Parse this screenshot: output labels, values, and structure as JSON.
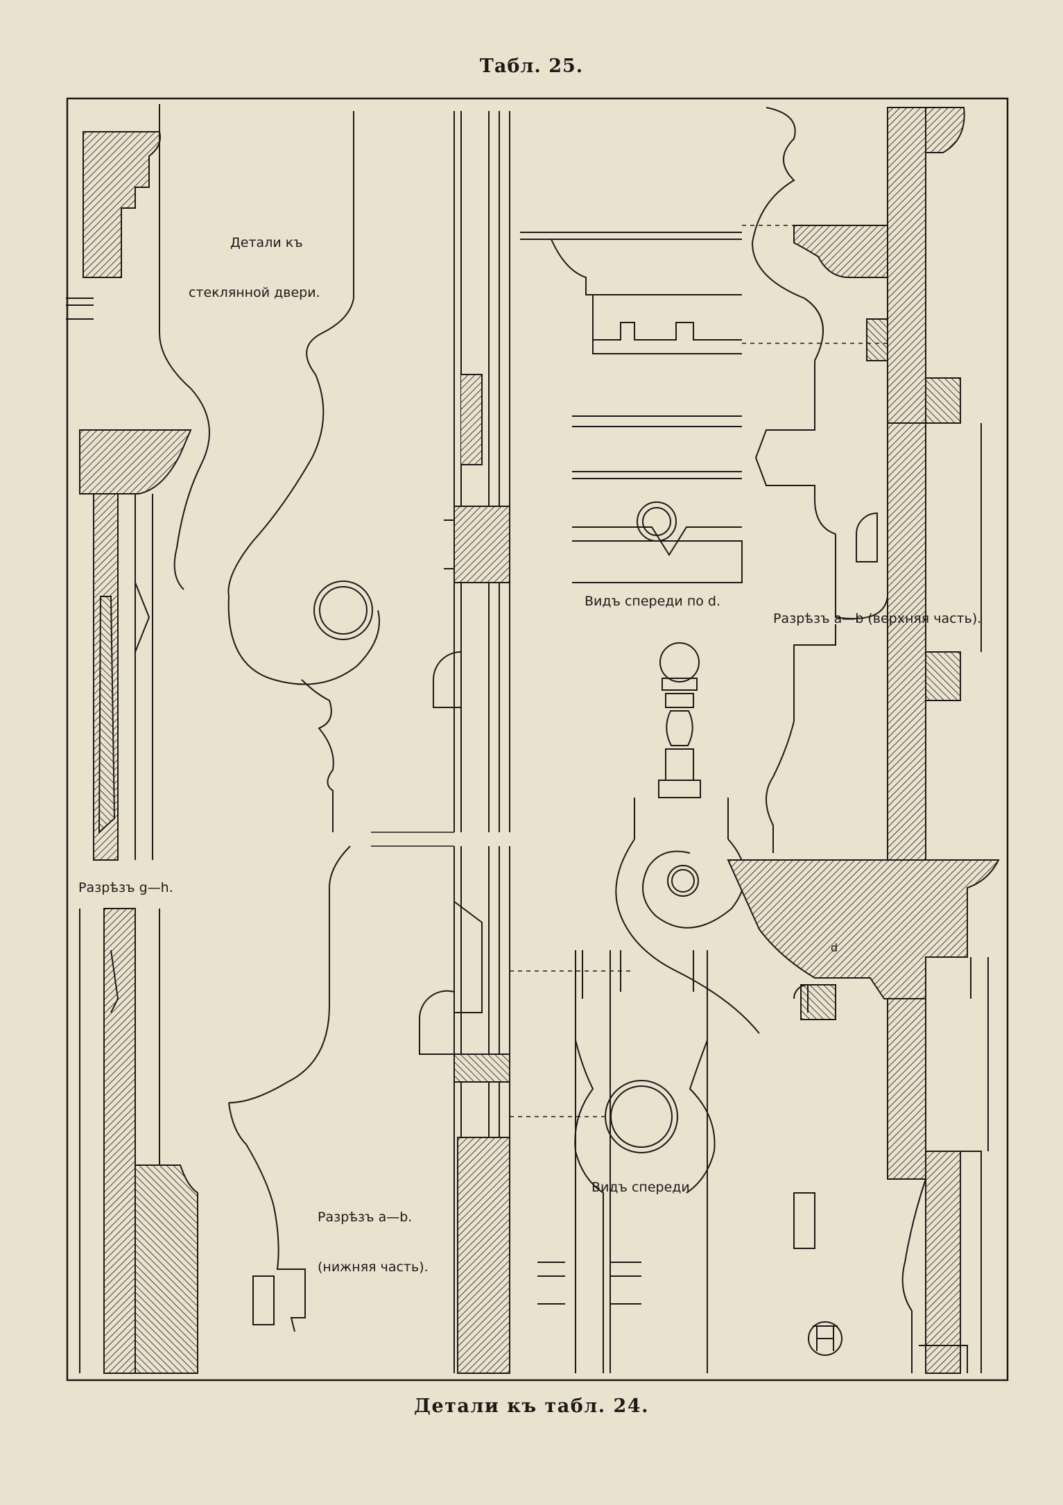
{
  "page": {
    "title": "Табл. 25.",
    "caption": "Детали къ табл. 24."
  },
  "labels": {
    "glass_door_line1": "Детали къ",
    "glass_door_line2": "стеклянной двери.",
    "section_gh": "Разрѣзъ g—h.",
    "front_view_d": "Видъ спереди по d.",
    "section_ab_upper": "Разрѣзъ a—b (верхняя часть).",
    "section_ab_lower_line1": "Разрѣзъ a—b.",
    "section_ab_lower_line2": "(нижняя часть).",
    "front_view": "Видъ спереди",
    "point_d": "d"
  },
  "colors": {
    "paper": "#e9e2cf",
    "ink": "#1d1a16"
  }
}
